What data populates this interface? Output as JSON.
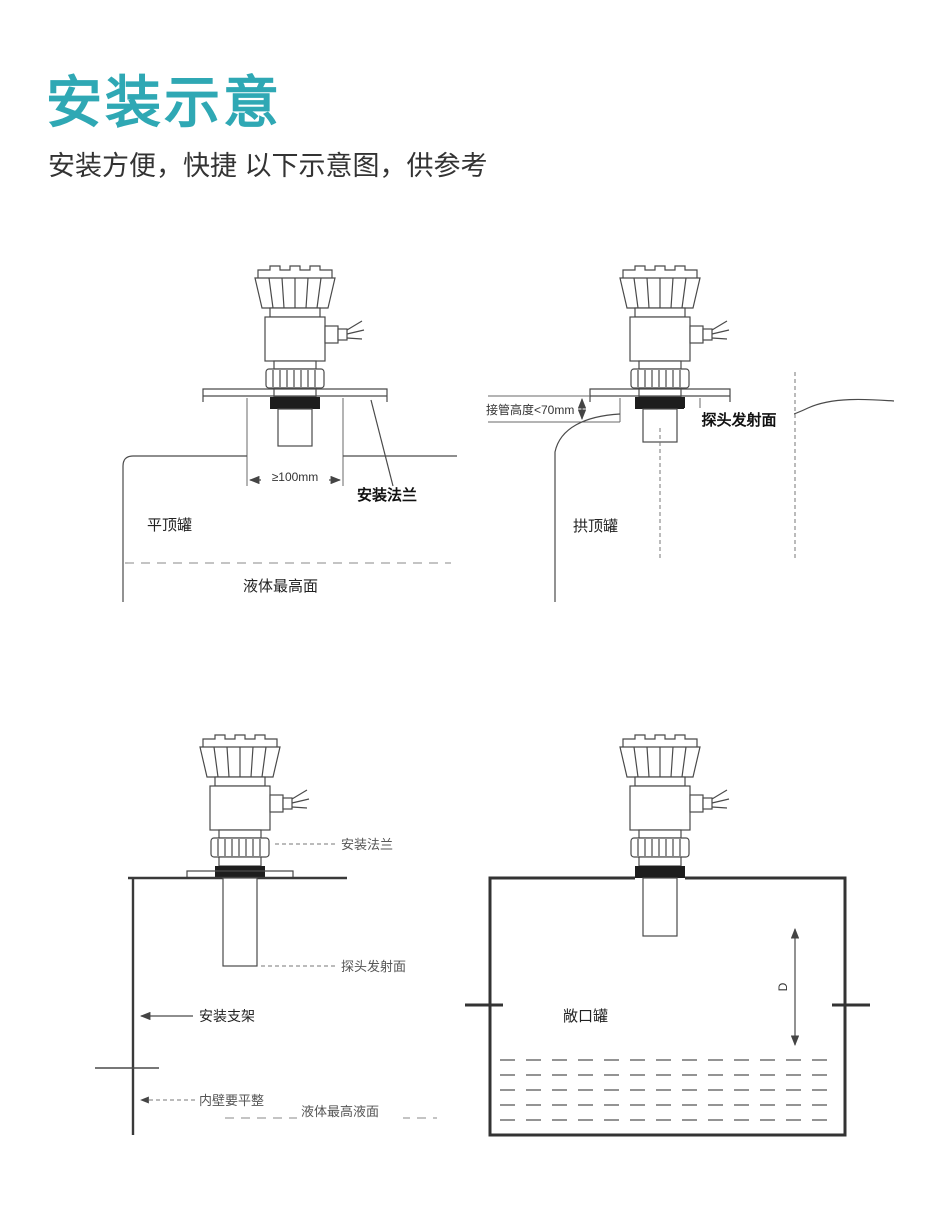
{
  "header": {
    "title": "安装示意",
    "subtitle": "安装方便，快捷 以下示意图，供参考"
  },
  "diagram_flat_top": {
    "opening_dim": "≥100mm",
    "flange_label": "安装法兰",
    "tank_label": "平顶罐",
    "liquid_label": "液体最高面"
  },
  "diagram_arch_top": {
    "nozzle_dim": "接管高度<70mm",
    "probe_label": "探头发射面",
    "tank_label": "拱顶罐"
  },
  "diagram_bracket": {
    "flange_label": "安装法兰",
    "probe_label": "探头发射面",
    "bracket_label": "安装支架",
    "wall_label": "内壁要平整",
    "liquid_label": "液体最高液面"
  },
  "diagram_open_tank": {
    "tank_label": "敞口罐",
    "depth_dim": "D"
  },
  "colors": {
    "accent": "#2fa8b4",
    "line": "#4a4a4a",
    "dark_ring": "#1d1d1d",
    "background": "#ffffff"
  }
}
